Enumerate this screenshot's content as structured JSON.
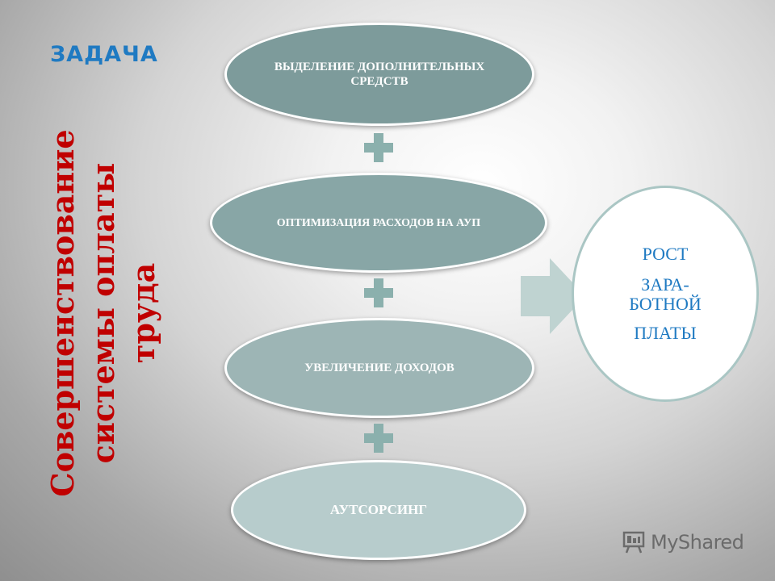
{
  "task_label": "ЗАДАЧА",
  "vertical_title": {
    "line1": "Совершенствование",
    "line2": "системы оплаты",
    "line3": "труда"
  },
  "stack": [
    {
      "label": "ВЫДЕЛЕНИЕ ДОПОЛНИТЕЛЬНЫХ СРЕДСТВ"
    },
    {
      "label": "ОПТИМИЗАЦИЯ РАСХОДОВ НА АУП"
    },
    {
      "label": "УВЕЛИЧЕНИЕ ДОХОДОВ"
    },
    {
      "label": "АУТСОРСИНГ"
    }
  ],
  "result": {
    "line1": "РОСТ",
    "line2": "ЗАРА-",
    "line3": "БОТНОЙ",
    "line4": "ПЛАТЫ"
  },
  "watermark": "MyShared",
  "colors": {
    "title_red": "#c00000",
    "accent_blue": "#1f7ac2",
    "ellipse_teal": "#7d9b9b",
    "plus_teal": "#8bb0ad"
  }
}
